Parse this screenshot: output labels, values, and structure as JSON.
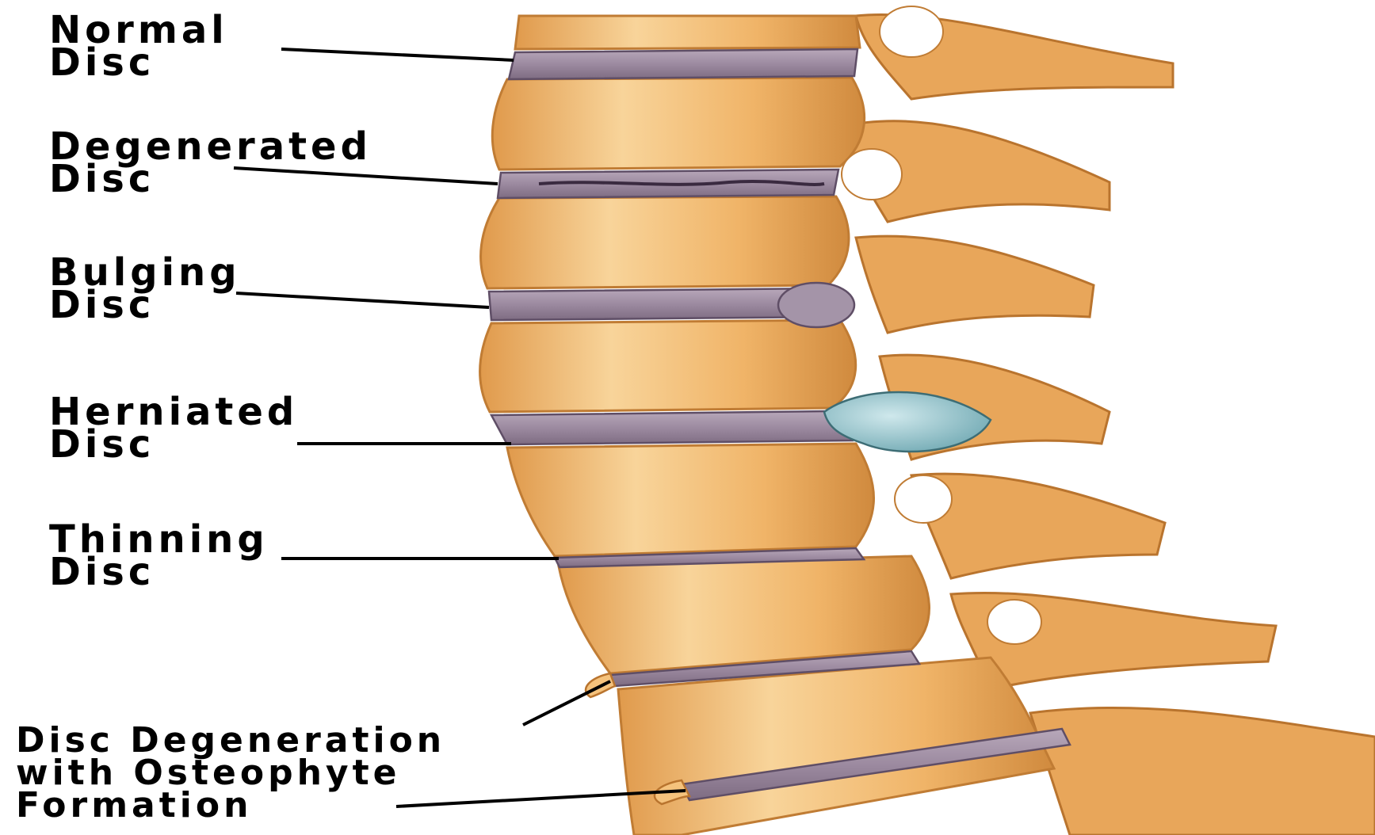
{
  "labels": {
    "normal": {
      "line1": "Normal",
      "line2": "Disc"
    },
    "degenerated": {
      "line1": "Degenerated",
      "line2": "Disc"
    },
    "bulging": {
      "line1": "Bulging",
      "line2": "Disc"
    },
    "herniated": {
      "line1": "Herniated",
      "line2": "Disc"
    },
    "thinning": {
      "line1": "Thinning",
      "line2": "Disc"
    },
    "osteophyte": {
      "line1": "Disc Degeneration",
      "line2": "with Osteophyte",
      "line3": "Formation"
    }
  },
  "colors": {
    "bone": "#f0b468",
    "bone_light": "#f8d49a",
    "bone_shadow": "#d08a3e",
    "disc": "#9c8aa0",
    "disc_light": "#c4b6c6",
    "herniation": "#8fc4cc",
    "leader": "#000000"
  }
}
